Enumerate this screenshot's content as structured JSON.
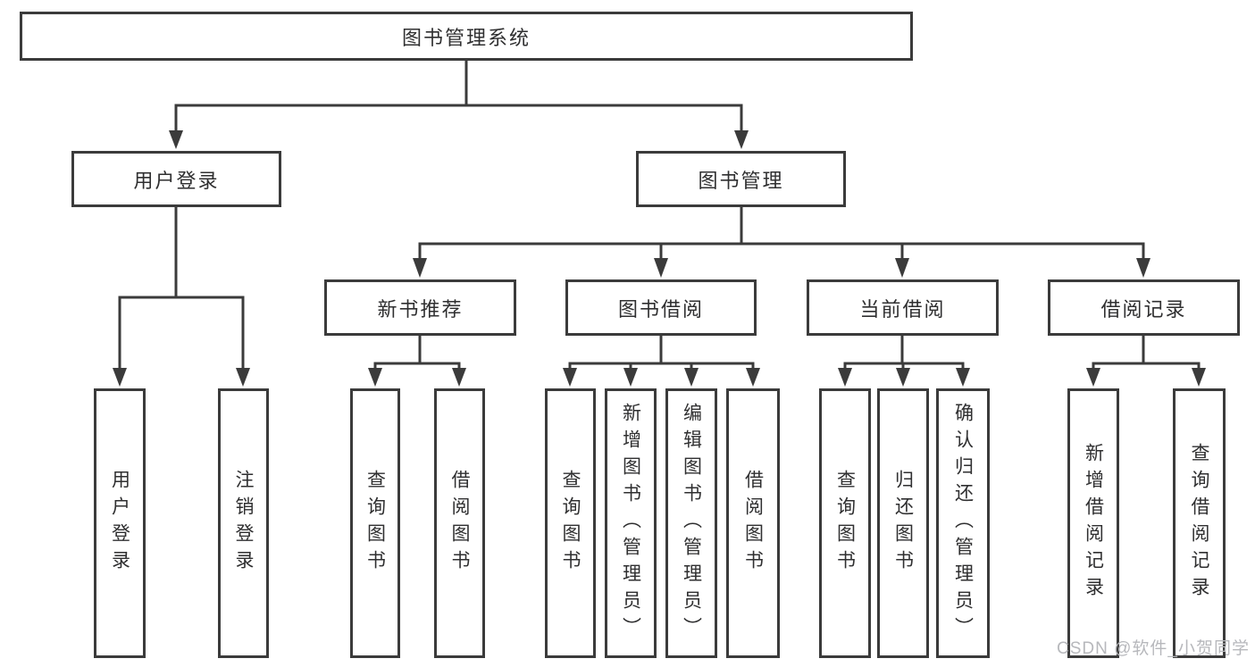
{
  "diagram": {
    "root": {
      "label": "图书管理系统"
    },
    "level2": [
      {
        "label": "用户登录"
      },
      {
        "label": "图书管理"
      }
    ],
    "level3": [
      {
        "label": "新书推荐"
      },
      {
        "label": "图书借阅"
      },
      {
        "label": "当前借阅"
      },
      {
        "label": "借阅记录"
      }
    ],
    "leaves": {
      "user_login": [
        "用户登录",
        "注销登录"
      ],
      "new_book": [
        "查询图书",
        "借阅图书"
      ],
      "book_borrow": [
        "查询图书",
        "新增图书（管理员）",
        "编辑图书（管理员）",
        "借阅图书"
      ],
      "current_borrow": [
        "查询图书",
        "归还图书",
        "确认归还（管理员）"
      ],
      "borrow_record": [
        "新增借阅记录",
        "查询借阅记录"
      ]
    }
  },
  "watermark": {
    "text": "CSDN @软件_小贺同学"
  },
  "colors": {
    "line": "#3b3b3b",
    "text": "#2f2f30",
    "background": "#ffffff",
    "watermark": "#b7b8bc"
  }
}
